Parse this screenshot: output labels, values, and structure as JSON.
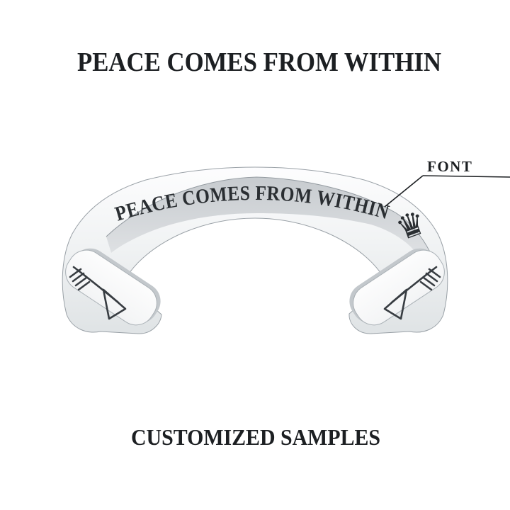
{
  "header": {
    "title": "PEACE COMES FROM WITHIN"
  },
  "footer": {
    "caption": "CUSTOMIZED SAMPLES"
  },
  "bracelet": {
    "type": "open cuff bangle, polished silver",
    "engraving_text": "PEACE COMES FROM WITHIN",
    "callout": {
      "label": "FONT"
    },
    "icons": {
      "crown": {
        "name": "crown-icon",
        "glyph": "♛"
      },
      "arrow_left": {
        "name": "arrow-left-icon",
        "style": "hand-drawn arrow pointing to cuff opening"
      },
      "arrow_right": {
        "name": "arrow-right-icon",
        "style": "hand-drawn arrow pointing to cuff opening"
      }
    }
  },
  "colors": {
    "background": "#ffffff",
    "ink": "#1c1f22",
    "engraving": "#2a2e32",
    "metal_light": "#fdfdfe",
    "metal_mid": "#eef0f2",
    "metal_dark": "#dfe3e5",
    "inner_surface_dark": "#c7cbcf",
    "inner_surface_light": "#e4e6e8",
    "edge_line": "#9aa1a7"
  }
}
